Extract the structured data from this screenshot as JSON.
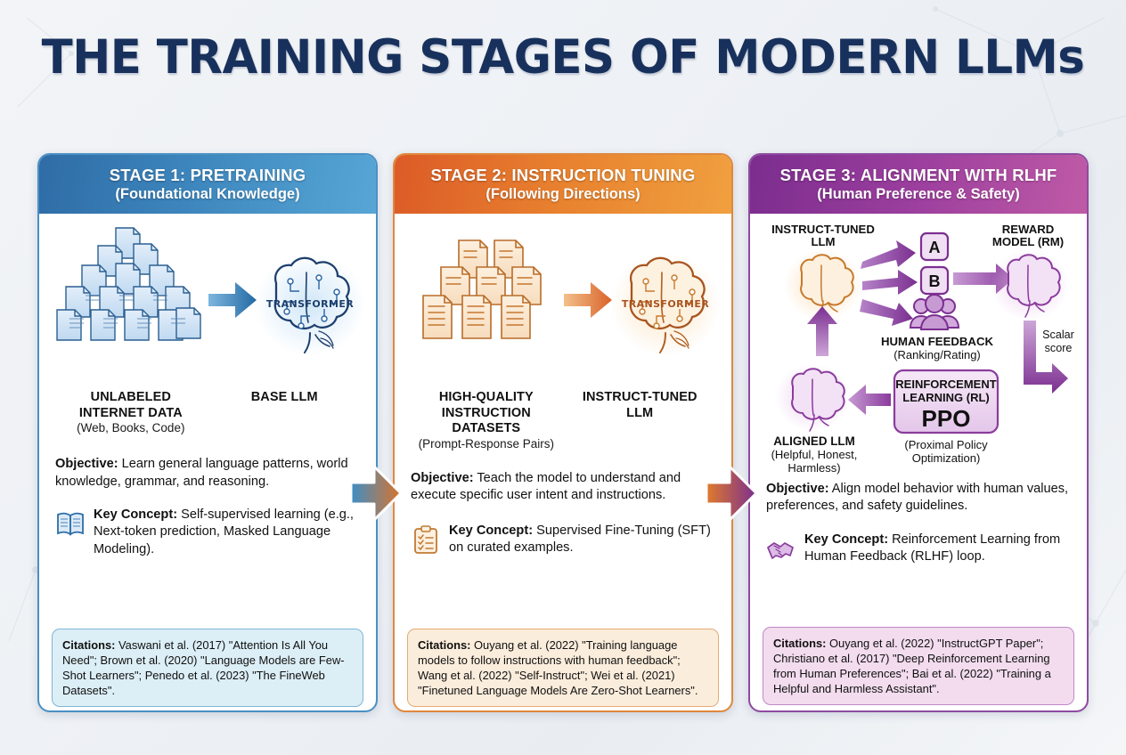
{
  "page": {
    "title": "THE TRAINING STAGES OF MODERN LLMs",
    "background_color": "#eef1f5",
    "title_color": "#18315c"
  },
  "stages": [
    {
      "id": "stage-1",
      "header_line1": "STAGE 1: PRETRAINING",
      "header_line2": "(Foundational Knowledge)",
      "accent_color": "#3d86bd",
      "header_gradient": [
        "#2f6ca6",
        "#57a6d6"
      ],
      "diagram": {
        "input_icon": "document-pile-icon",
        "arrow_icon": "arrow-right-icon",
        "brain_icon": "brain-transformer-icon",
        "brain_label": "TRANSFORMER"
      },
      "node_left": {
        "title": "UNLABELED\nINTERNET DATA",
        "subtitle": "(Web, Books, Code)"
      },
      "node_right": {
        "title": "BASE LLM",
        "subtitle": ""
      },
      "objective_label": "Objective:",
      "objective_text": " Learn general language patterns, world knowledge, grammar, and reasoning.",
      "key_icon": "open-book-icon",
      "key_label": "Key Concept:",
      "key_text": " Self-supervised learning (e.g., Next-token prediction, Masked Language Modeling).",
      "citations_label": "Citations:",
      "citations_text": " Vaswani et al. (2017) \"Attention Is All You Need\"; Brown et al. (2020) \"Language Models are Few-Shot Learners\"; Penedo et al. (2023) \"The FineWeb Datasets\".",
      "citations_bg": "#dceef6"
    },
    {
      "id": "stage-2",
      "header_line1": "STAGE 2: INSTRUCTION TUNING",
      "header_line2": "(Following Directions)",
      "accent_color": "#e8822f",
      "header_gradient": [
        "#dc5b27",
        "#f0a03f"
      ],
      "diagram": {
        "input_icon": "document-grid-icon",
        "arrow_icon": "arrow-right-icon",
        "brain_icon": "brain-transformer-icon",
        "brain_label": "TRANSFORMER"
      },
      "node_left": {
        "title": "HIGH-QUALITY\nINSTRUCTION\nDATASETS",
        "subtitle": "(Prompt-Response Pairs)"
      },
      "node_right": {
        "title": "INSTRUCT-TUNED\nLLM",
        "subtitle": ""
      },
      "objective_label": "Objective:",
      "objective_text": " Teach the model to understand and execute specific user intent and instructions.",
      "key_icon": "clipboard-checklist-icon",
      "key_label": "Key Concept:",
      "key_text": " Supervised Fine-Tuning (SFT) on curated examples.",
      "citations_label": "Citations:",
      "citations_text": " Ouyang et al. (2022) \"Training language models to follow instructions with human feedback\"; Wang et al. (2022) \"Self-Instruct\"; Wei et al. (2021) \"Finetuned Language Models Are Zero-Shot Learners\".",
      "citations_bg": "#fbeddc"
    },
    {
      "id": "stage-3",
      "header_line1": "STAGE 3: ALIGNMENT WITH RLHF",
      "header_line2": "(Human Preference & Safety)",
      "accent_color": "#9c3f9e",
      "header_gradient": [
        "#7b2d8e",
        "#bf5aa6"
      ],
      "objective_label": "Objective:",
      "objective_text": " Align model behavior with human values, preferences, and safety guidelines.",
      "key_icon": "handshake-icon",
      "key_label": "Key Concept:",
      "key_text": " Reinforcement Learning from Human Feedback (RLHF) loop.",
      "citations_label": "Citations:",
      "citations_text": " Ouyang et al. (2022) \"InstructGPT Paper\"; Christiano et al. (2017) \"Deep Reinforcement Learning from Human Preferences\"; Bai et al. (2022) \"Training a Helpful and Harmless Assistant\".",
      "citations_bg": "#f2dcee"
    }
  ],
  "rlhf_diagram": {
    "instruct_llm_label_l1": "INSTRUCT-TUNED",
    "instruct_llm_label_l2": "LLM",
    "option_a": "A",
    "option_b": "B",
    "human_feedback_l1": "HUMAN FEEDBACK",
    "human_feedback_l2": "(Ranking/Rating)",
    "reward_model_l1": "REWARD",
    "reward_model_l2": "MODEL (RM)",
    "scalar_score_l1": "Scalar",
    "scalar_score_l2": "score",
    "rl_box_l1": "REINFORCEMENT",
    "rl_box_l2": "LEARNING (RL)",
    "rl_box_algo": "PPO",
    "rl_box_sub_l1": "(Proximal Policy",
    "rl_box_sub_l2": "Optimization)",
    "aligned_llm_l1": "ALIGNED LLM",
    "aligned_llm_l2": "(Helpful, Honest,",
    "aligned_llm_l3": "Harmless)"
  },
  "connectors": [
    {
      "name": "stage1-to-stage2-arrow",
      "from": "#3d86bd",
      "to": "#e8822f"
    },
    {
      "name": "stage2-to-stage3-arrow",
      "from": "#e8822f",
      "to": "#8e4aa0"
    }
  ]
}
